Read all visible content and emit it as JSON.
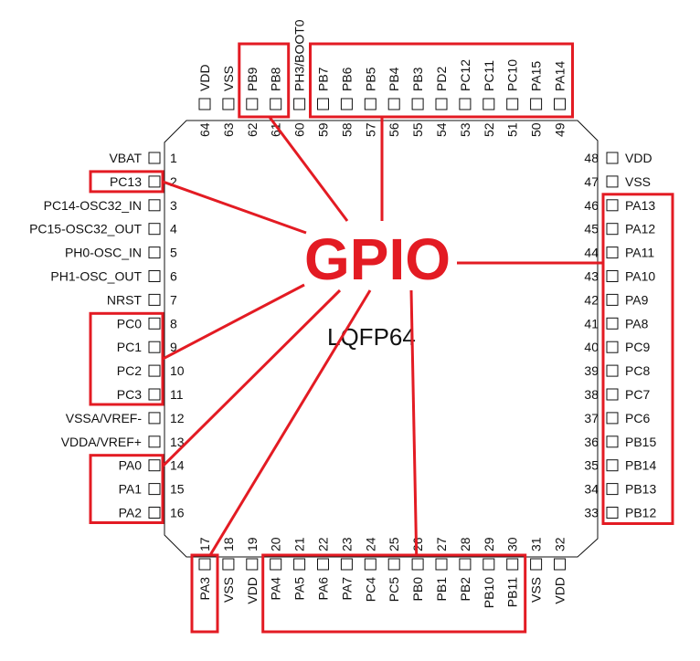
{
  "colors": {
    "highlight": "#e31b23",
    "outline": "#111111",
    "background": "#ffffff"
  },
  "chip": {
    "package": "LQFP64",
    "callout": "GPIO"
  },
  "pins": {
    "left": [
      {
        "num": "1",
        "name": "VBAT"
      },
      {
        "num": "2",
        "name": "PC13"
      },
      {
        "num": "3",
        "name": "PC14-OSC32_IN"
      },
      {
        "num": "4",
        "name": "PC15-OSC32_OUT"
      },
      {
        "num": "5",
        "name": "PH0-OSC_IN"
      },
      {
        "num": "6",
        "name": "PH1-OSC_OUT"
      },
      {
        "num": "7",
        "name": "NRST"
      },
      {
        "num": "8",
        "name": "PC0"
      },
      {
        "num": "9",
        "name": "PC1"
      },
      {
        "num": "10",
        "name": "PC2"
      },
      {
        "num": "11",
        "name": "PC3"
      },
      {
        "num": "12",
        "name": "VSSA/VREF-"
      },
      {
        "num": "13",
        "name": "VDDA/VREF+"
      },
      {
        "num": "14",
        "name": "PA0"
      },
      {
        "num": "15",
        "name": "PA1"
      },
      {
        "num": "16",
        "name": "PA2"
      }
    ],
    "bottom": [
      {
        "num": "17",
        "name": "PA3"
      },
      {
        "num": "18",
        "name": "VSS"
      },
      {
        "num": "19",
        "name": "VDD"
      },
      {
        "num": "20",
        "name": "PA4"
      },
      {
        "num": "21",
        "name": "PA5"
      },
      {
        "num": "22",
        "name": "PA6"
      },
      {
        "num": "23",
        "name": "PA7"
      },
      {
        "num": "24",
        "name": "PC4"
      },
      {
        "num": "25",
        "name": "PC5"
      },
      {
        "num": "26",
        "name": "PB0"
      },
      {
        "num": "27",
        "name": "PB1"
      },
      {
        "num": "28",
        "name": "PB2"
      },
      {
        "num": "29",
        "name": "PB10"
      },
      {
        "num": "30",
        "name": "PB11"
      },
      {
        "num": "31",
        "name": "VSS"
      },
      {
        "num": "32",
        "name": "VDD"
      }
    ],
    "right": [
      {
        "num": "48",
        "name": "VDD"
      },
      {
        "num": "47",
        "name": "VSS"
      },
      {
        "num": "46",
        "name": "PA13"
      },
      {
        "num": "45",
        "name": "PA12"
      },
      {
        "num": "44",
        "name": "PA11"
      },
      {
        "num": "43",
        "name": "PA10"
      },
      {
        "num": "42",
        "name": "PA9"
      },
      {
        "num": "41",
        "name": "PA8"
      },
      {
        "num": "40",
        "name": "PC9"
      },
      {
        "num": "39",
        "name": "PC8"
      },
      {
        "num": "38",
        "name": "PC7"
      },
      {
        "num": "37",
        "name": "PC6"
      },
      {
        "num": "36",
        "name": "PB15"
      },
      {
        "num": "35",
        "name": "PB14"
      },
      {
        "num": "34",
        "name": "PB13"
      },
      {
        "num": "33",
        "name": "PB12"
      }
    ],
    "top": [
      {
        "num": "64",
        "name": "VDD"
      },
      {
        "num": "63",
        "name": "VSS"
      },
      {
        "num": "62",
        "name": "PB9"
      },
      {
        "num": "61",
        "name": "PB8"
      },
      {
        "num": "60",
        "name": "PH3/BOOT0"
      },
      {
        "num": "59",
        "name": "PB7"
      },
      {
        "num": "58",
        "name": "PB6"
      },
      {
        "num": "57",
        "name": "PB5"
      },
      {
        "num": "56",
        "name": "PB4"
      },
      {
        "num": "55",
        "name": "PB3"
      },
      {
        "num": "54",
        "name": "PD2"
      },
      {
        "num": "53",
        "name": "PC12"
      },
      {
        "num": "52",
        "name": "PC11"
      },
      {
        "num": "51",
        "name": "PC10"
      },
      {
        "num": "50",
        "name": "PA15"
      },
      {
        "num": "49",
        "name": "PA14"
      }
    ]
  },
  "gpio_groups": [
    {
      "id": "group-pc13",
      "pins": [
        "2"
      ]
    },
    {
      "id": "group-pc0-pc3",
      "pins": [
        "8",
        "9",
        "10",
        "11"
      ]
    },
    {
      "id": "group-pa0-pa2",
      "pins": [
        "14",
        "15",
        "16"
      ]
    },
    {
      "id": "group-pa3",
      "pins": [
        "17"
      ]
    },
    {
      "id": "group-pa4-pb11",
      "pins": [
        "20",
        "21",
        "22",
        "23",
        "24",
        "25",
        "26",
        "27",
        "28",
        "29",
        "30"
      ]
    },
    {
      "id": "group-pa13-pb12",
      "pins": [
        "46",
        "45",
        "44",
        "43",
        "42",
        "41",
        "40",
        "39",
        "38",
        "37",
        "36",
        "35",
        "34",
        "33"
      ]
    },
    {
      "id": "group-pb9-pb8",
      "pins": [
        "62",
        "61"
      ]
    },
    {
      "id": "group-pb7-pa14",
      "pins": [
        "59",
        "58",
        "57",
        "56",
        "55",
        "54",
        "53",
        "52",
        "51",
        "50",
        "49"
      ]
    }
  ]
}
